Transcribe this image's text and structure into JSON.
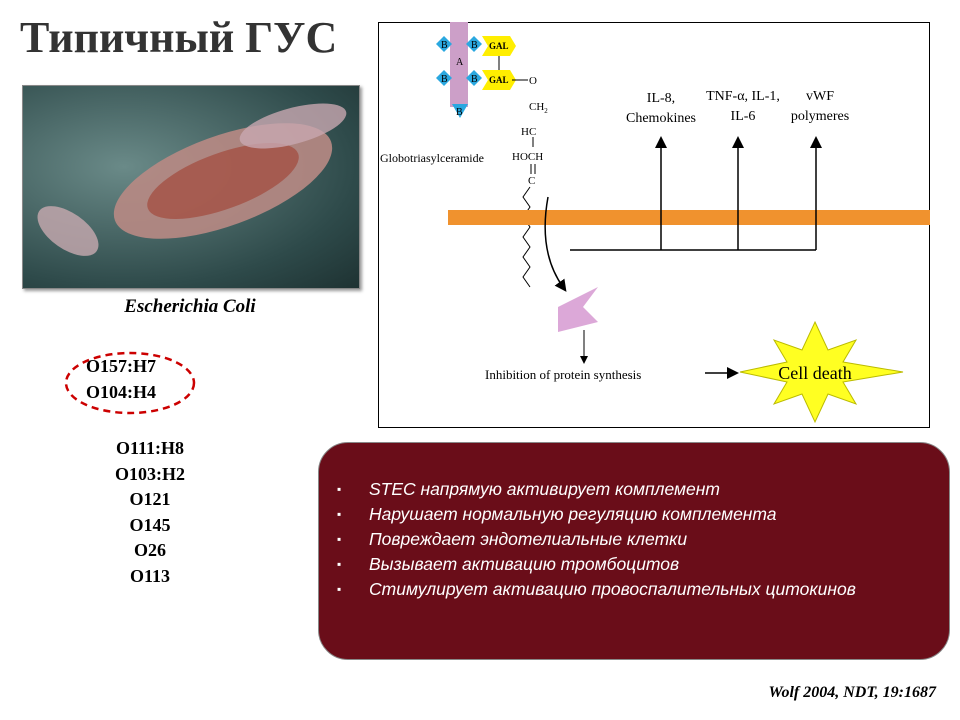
{
  "title": "Типичный ГУС",
  "photo_caption": "Escherichia Coli",
  "highlighted_strains": [
    "O157:H7",
    "O104:H4"
  ],
  "other_strains": [
    "O111:H8",
    "O103:H2",
    "O121",
    "O145",
    "O26",
    "O113"
  ],
  "diagram": {
    "toxin_subunits": {
      "a": "A",
      "b": "B",
      "gal": "GAL"
    },
    "chem": {
      "o": "O",
      "ch2": "CH",
      "ch2_sub": "2",
      "hc": "HC",
      "hoch": "HOCH",
      "c": "C"
    },
    "receptor_label": "Globotriasylceramide",
    "cytokines": [
      [
        "IL-8,",
        "Chemokines"
      ],
      [
        "TNF-α, IL-1,",
        "IL-6"
      ],
      [
        "vWF",
        "polymeres"
      ]
    ],
    "inhibition_label": "Inhibition of protein synthesis",
    "cell_death_label": "Cell death"
  },
  "bullets": [
    "STEC напрямую активирует комплемент",
    " Нарушает нормальную регуляцию комплемента",
    "Повреждает эндотелиальные клетки",
    "Вызывает  активацию тромбоцитов",
    "Стимулирует  активацию провоспалительных цитокинов"
  ],
  "bullet_marker": "▪",
  "reference": "Wolf 2004, NDT, 19:1687"
}
